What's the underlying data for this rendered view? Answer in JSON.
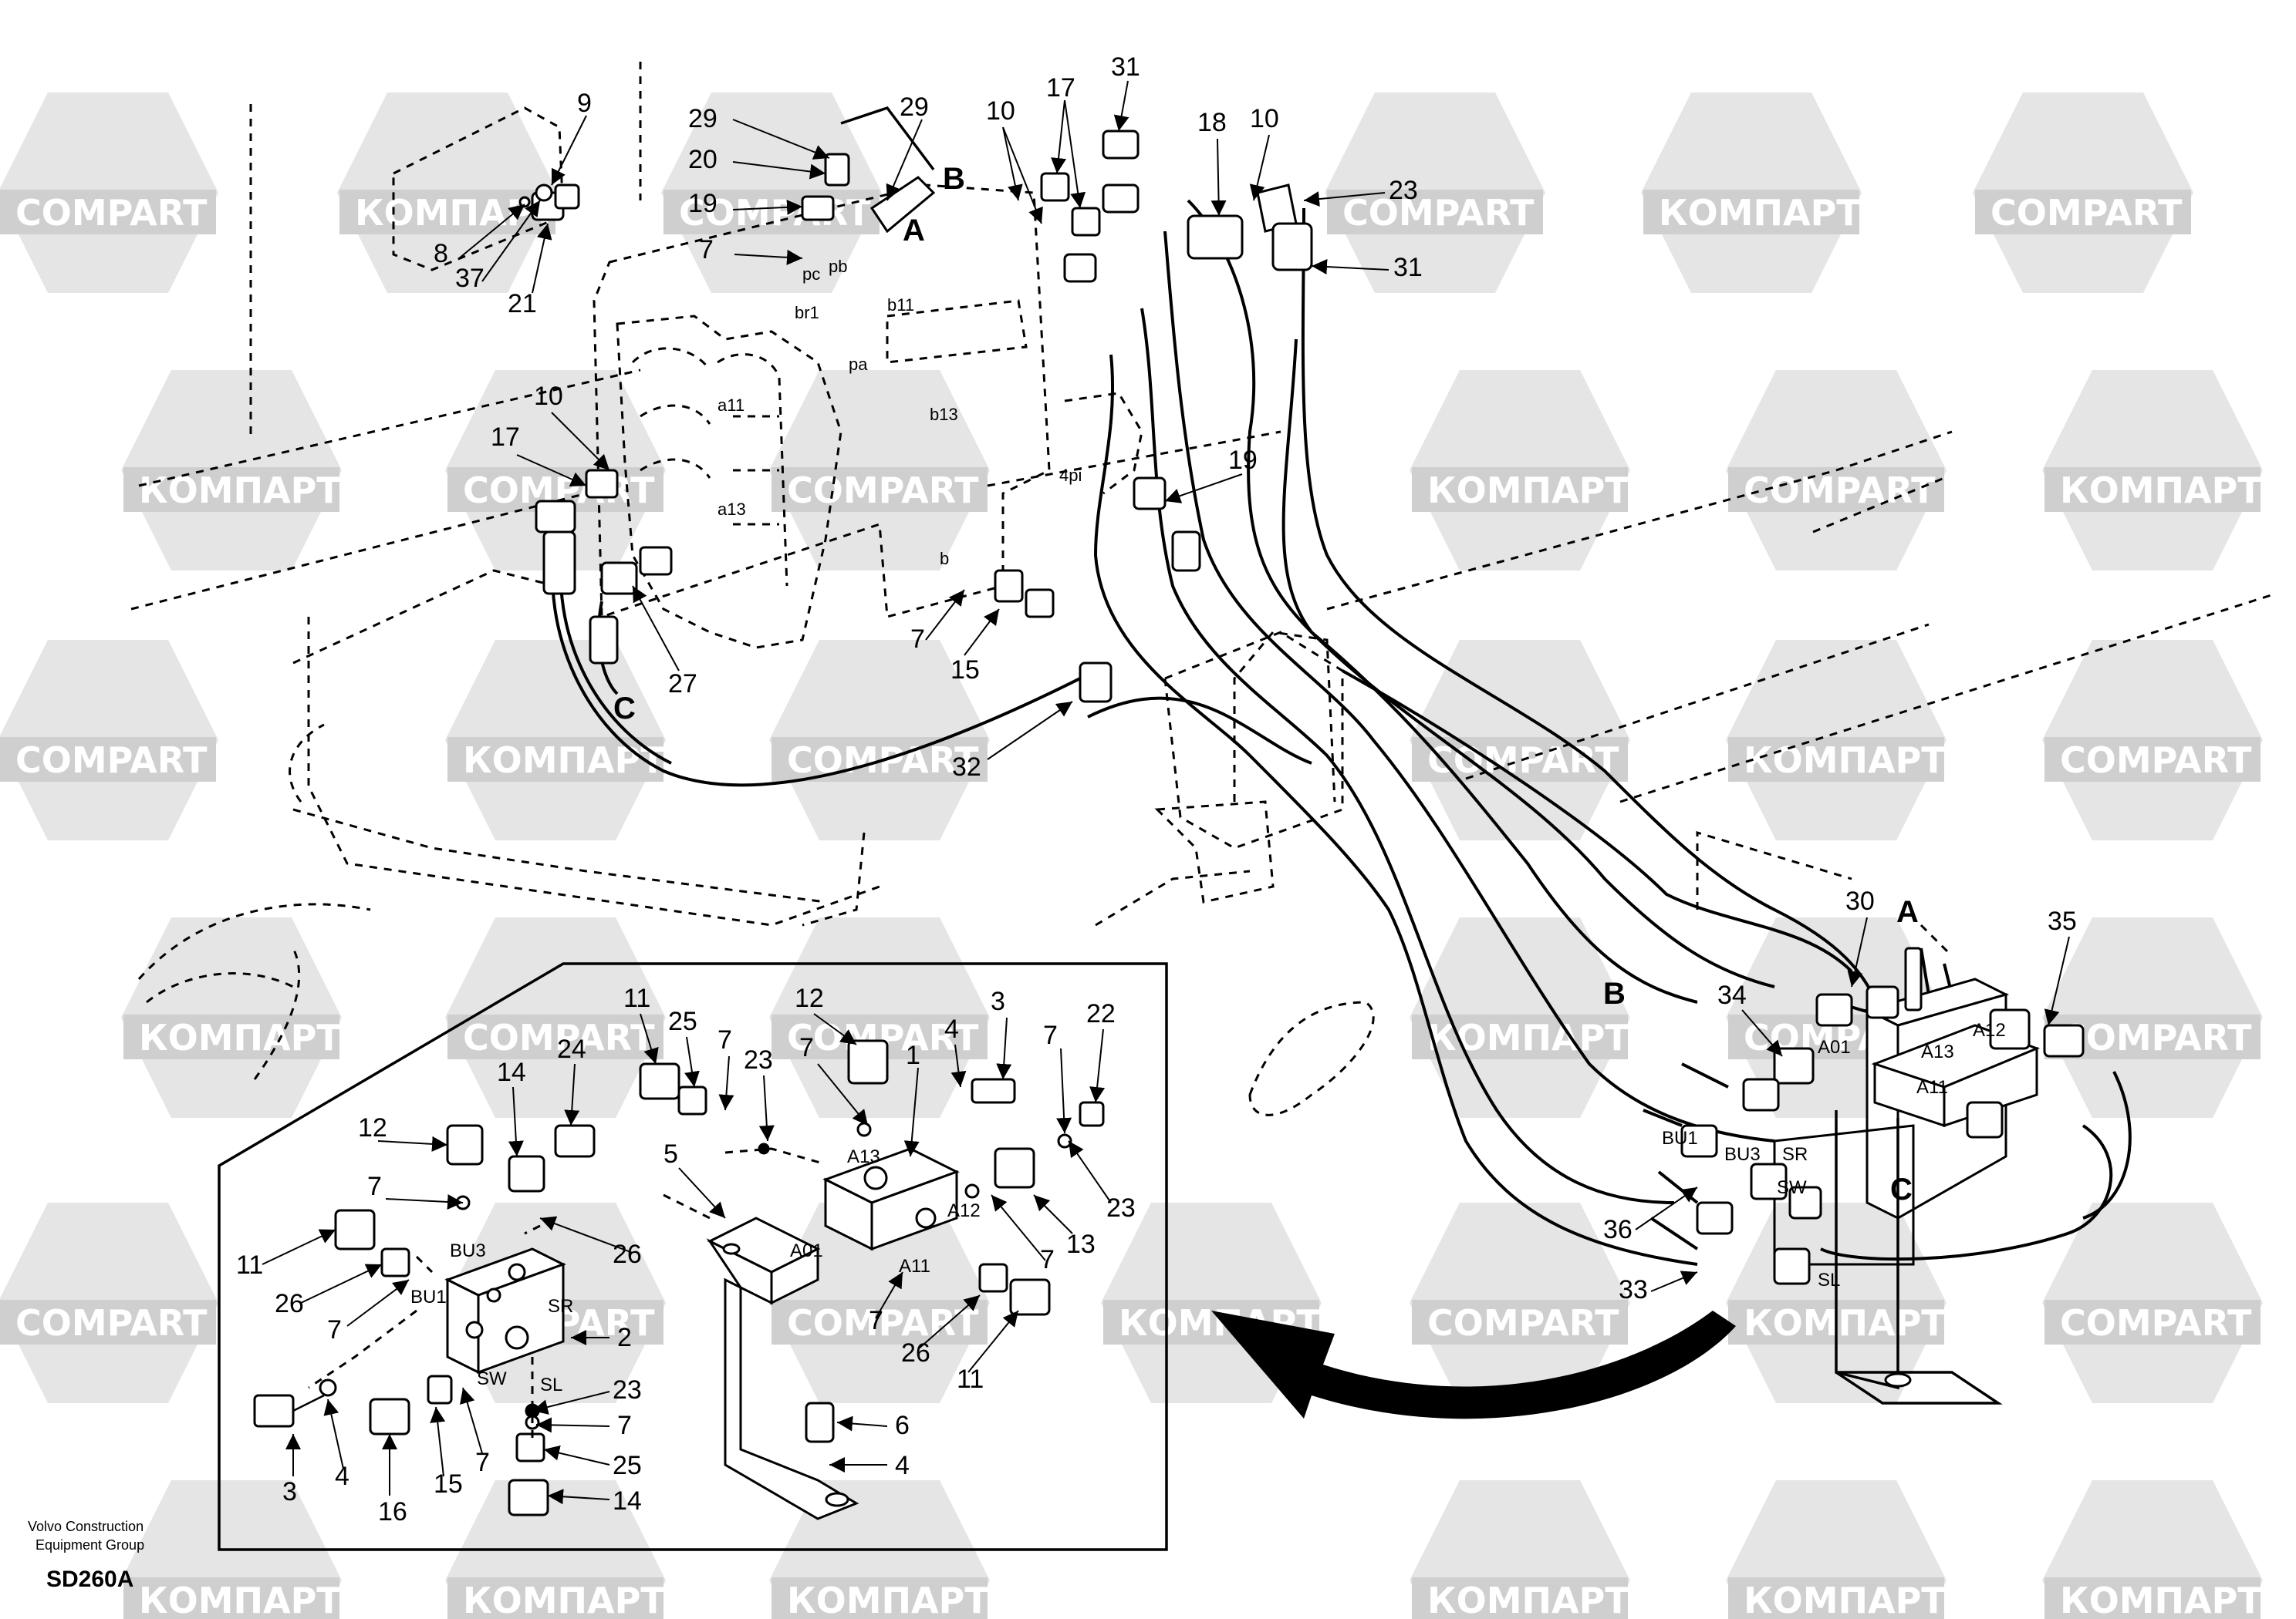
{
  "watermark": {
    "brand_latin": "COMPART",
    "brand_cyrillic": "КОМПАРТ",
    "color": "#cfcfcf"
  },
  "footer": {
    "company_line1": "Volvo Construction",
    "company_line2": "Equipment Group",
    "model": "SD260A"
  },
  "connection_letters": {
    "a_top": "A",
    "b_top": "B",
    "c_left": "C",
    "a_right": "A",
    "b_right": "B",
    "c_right": "C"
  },
  "port_labels": {
    "pc": "pc",
    "pb": "pb",
    "br1": "br1",
    "b11": "b11",
    "pa": "pa",
    "a11": "a11",
    "b13": "b13",
    "a13": "a13",
    "pi4": "4pi",
    "b": "b",
    "a01_right": "A01",
    "a13_right": "A13",
    "a12_right": "A12",
    "a11_right": "A11",
    "bu1_right": "BU1",
    "bu3_right": "BU3",
    "sr_right": "SR",
    "sw_right": "SW",
    "sl_right": "SL",
    "a01_detail": "A01",
    "a13_detail": "A13",
    "a12_detail": "A12",
    "a11_detail": "A11",
    "bu3_detail": "BU3",
    "bu1_detail": "BU1",
    "sr_detail": "SR",
    "sw_detail": "SW",
    "sl_detail": "SL"
  },
  "callouts_main": [
    "9",
    "8",
    "37",
    "21",
    "29",
    "20",
    "19",
    "7",
    "29",
    "10",
    "17",
    "31",
    "18",
    "10",
    "23",
    "31",
    "10",
    "17",
    "27",
    "19",
    "7",
    "15",
    "32",
    "30",
    "35",
    "34",
    "36",
    "33"
  ],
  "callouts_detail": [
    "11",
    "25",
    "7",
    "23",
    "12",
    "7",
    "4",
    "1",
    "3",
    "7",
    "22",
    "24",
    "14",
    "12",
    "7",
    "5",
    "11",
    "26",
    "26",
    "7",
    "13",
    "23",
    "7",
    "7",
    "26",
    "11",
    "2",
    "23",
    "7",
    "25",
    "14",
    "3",
    "4",
    "16",
    "15",
    "7",
    "6",
    "4"
  ]
}
